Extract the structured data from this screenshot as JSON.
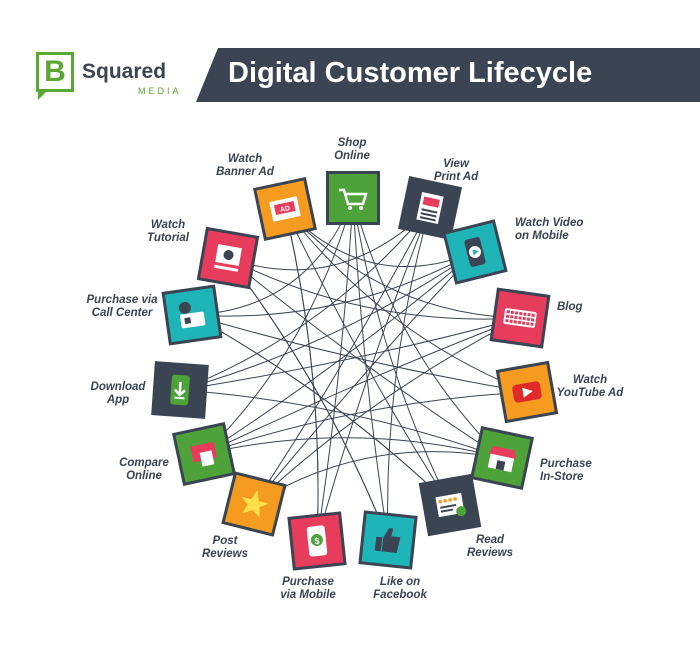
{
  "brand": {
    "logo_letter": "B",
    "name": "Squared",
    "sub": "MEDIA",
    "color": "#5aa832"
  },
  "title": "Digital Customer Lifecycle",
  "nodes": [
    {
      "label": [
        "Shop",
        "Online"
      ],
      "color": "#4ea23a",
      "icon": "shopping-cart-icon"
    },
    {
      "label": [
        "View",
        "Print Ad"
      ],
      "color": "#3b4452",
      "icon": "print-ad-icon"
    },
    {
      "label": [
        "Watch Video",
        "on Mobile"
      ],
      "color": "#1fb5b8",
      "icon": "mobile-video-icon"
    },
    {
      "label": [
        "Blog"
      ],
      "color": "#e73c5c",
      "icon": "keyboard-icon"
    },
    {
      "label": [
        "Watch",
        "YouTube Ad"
      ],
      "color": "#f49b20",
      "icon": "youtube-play-icon"
    },
    {
      "label": [
        "Purchase",
        "In-Store"
      ],
      "color": "#4ea23a",
      "icon": "storefront-icon"
    },
    {
      "label": [
        "Read",
        "Reviews"
      ],
      "color": "#3b4452",
      "icon": "star-review-icon"
    },
    {
      "label": [
        "Like on",
        "Facebook"
      ],
      "color": "#1fb5b8",
      "icon": "thumbs-up-icon"
    },
    {
      "label": [
        "Purchase",
        "via Mobile"
      ],
      "color": "#e73c5c",
      "icon": "mobile-dollar-icon"
    },
    {
      "label": [
        "Post",
        "Reviews"
      ],
      "color": "#f49b20",
      "icon": "star-icon"
    },
    {
      "label": [
        "Compare",
        "Online"
      ],
      "color": "#4ea23a",
      "icon": "compare-hand-icon"
    },
    {
      "label": [
        "Download",
        "App"
      ],
      "color": "#3b4452",
      "icon": "download-app-icon"
    },
    {
      "label": [
        "Purchase via",
        "Call Center"
      ],
      "color": "#1fb5b8",
      "icon": "call-center-icon"
    },
    {
      "label": [
        "Watch",
        "Tutorial"
      ],
      "color": "#e73c5c",
      "icon": "tutorial-info-icon"
    },
    {
      "label": [
        "Watch",
        "Banner Ad"
      ],
      "color": "#f49b20",
      "icon": "banner-ad-icon"
    }
  ],
  "icon_text": {
    "ad": "AD"
  },
  "connections": [
    [
      0,
      8
    ],
    [
      0,
      10
    ],
    [
      0,
      6
    ],
    [
      1,
      9
    ],
    [
      1,
      11
    ],
    [
      1,
      7
    ],
    [
      2,
      12
    ],
    [
      2,
      10
    ],
    [
      3,
      13
    ],
    [
      3,
      11
    ],
    [
      3,
      9
    ],
    [
      4,
      14
    ],
    [
      4,
      12
    ],
    [
      4,
      10
    ],
    [
      5,
      0
    ],
    [
      5,
      13
    ],
    [
      6,
      14
    ],
    [
      6,
      12
    ],
    [
      7,
      0
    ],
    [
      7,
      13
    ],
    [
      8,
      1
    ],
    [
      8,
      14
    ],
    [
      9,
      2
    ],
    [
      9,
      5
    ],
    [
      10,
      3
    ],
    [
      11,
      5
    ],
    [
      12,
      6
    ],
    [
      13,
      7
    ],
    [
      14,
      8
    ],
    [
      14,
      2
    ],
    [
      0,
      12
    ],
    [
      1,
      13
    ],
    [
      2,
      11
    ],
    [
      3,
      14
    ],
    [
      5,
      10
    ]
  ]
}
